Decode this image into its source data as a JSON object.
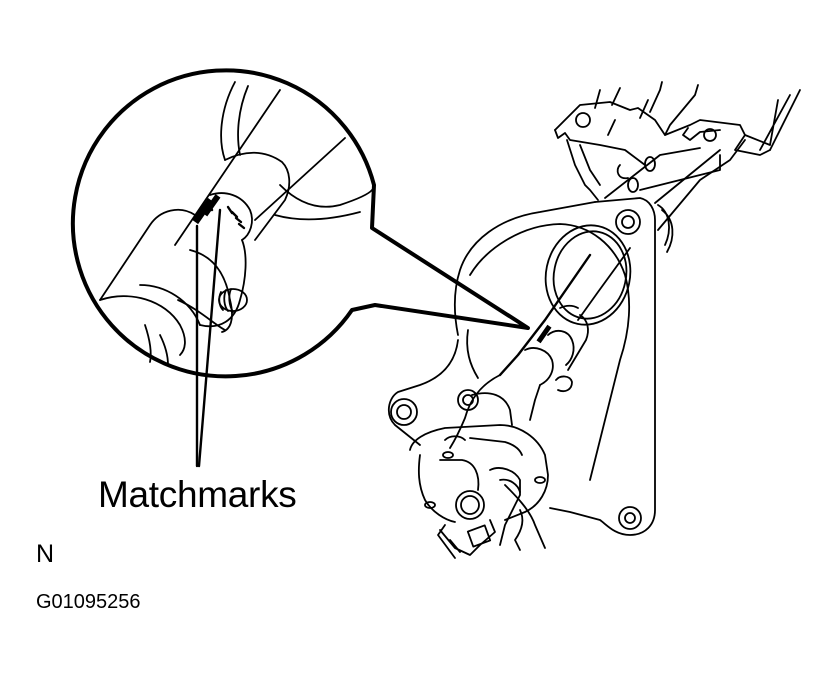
{
  "figure": {
    "callout_label": "Matchmarks",
    "view_letter": "N",
    "figure_code": "G01095256"
  },
  "parts": {
    "inset": "magnified-detail-circle",
    "assembly": "steering-column-intermediate-shaft",
    "icons": [
      "matchmark-icon",
      "bolt-icon",
      "universal-joint-icon",
      "mounting-bracket-icon"
    ]
  },
  "colors": {
    "ink": "#000000",
    "background": "#ffffff"
  }
}
